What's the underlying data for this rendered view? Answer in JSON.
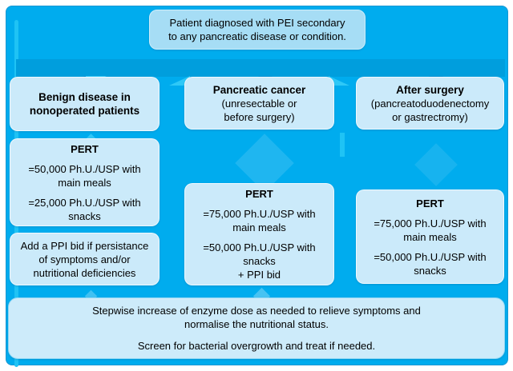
{
  "colors": {
    "background_blue": "#00ACEE",
    "band_blue": "#009EDD",
    "accent_cyan": "#2EC8F7",
    "box_light_blue": "#CBEAFA",
    "top_box_blue": "#A6DDF5",
    "text": "#000000"
  },
  "top_box": {
    "text": "Patient diagnosed with PEI secondary\nto any pancreatic disease or condition."
  },
  "columns": [
    {
      "header": {
        "bold": "Benign disease in\nnonoperated patients",
        "sub": ""
      },
      "pert": {
        "title": "PERT",
        "lines": [
          "=50,000 Ph.U./USP with\nmain meals",
          "=25,000 Ph.U./USP with\nsnacks"
        ]
      },
      "extra": "Add a PPI bid if persistance\nof symptoms and/or\nnutritional deficiencies"
    },
    {
      "header": {
        "bold": "Pancreatic cancer",
        "sub": "(unresectable or\nbefore surgery)"
      },
      "pert": {
        "title": "PERT",
        "lines": [
          "=75,000 Ph.U./USP with\nmain meals",
          "=50,000 Ph.U./USP with\nsnacks\n+ PPI bid"
        ]
      }
    },
    {
      "header": {
        "bold": "After surgery",
        "sub": "(pancreatoduodenectomy\nor gastrectromy)"
      },
      "pert": {
        "title": "PERT",
        "lines": [
          "=75,000 Ph.U./USP with\nmain meals",
          "=50,000 Ph.U./USP with\nsnacks"
        ]
      }
    }
  ],
  "bottom_box": {
    "line1": "Stepwise increase of enzyme dose as needed to relieve symptoms and\nnormalise the nutritional status.",
    "line2": "Screen for bacterial overgrowth and treat if needed."
  }
}
